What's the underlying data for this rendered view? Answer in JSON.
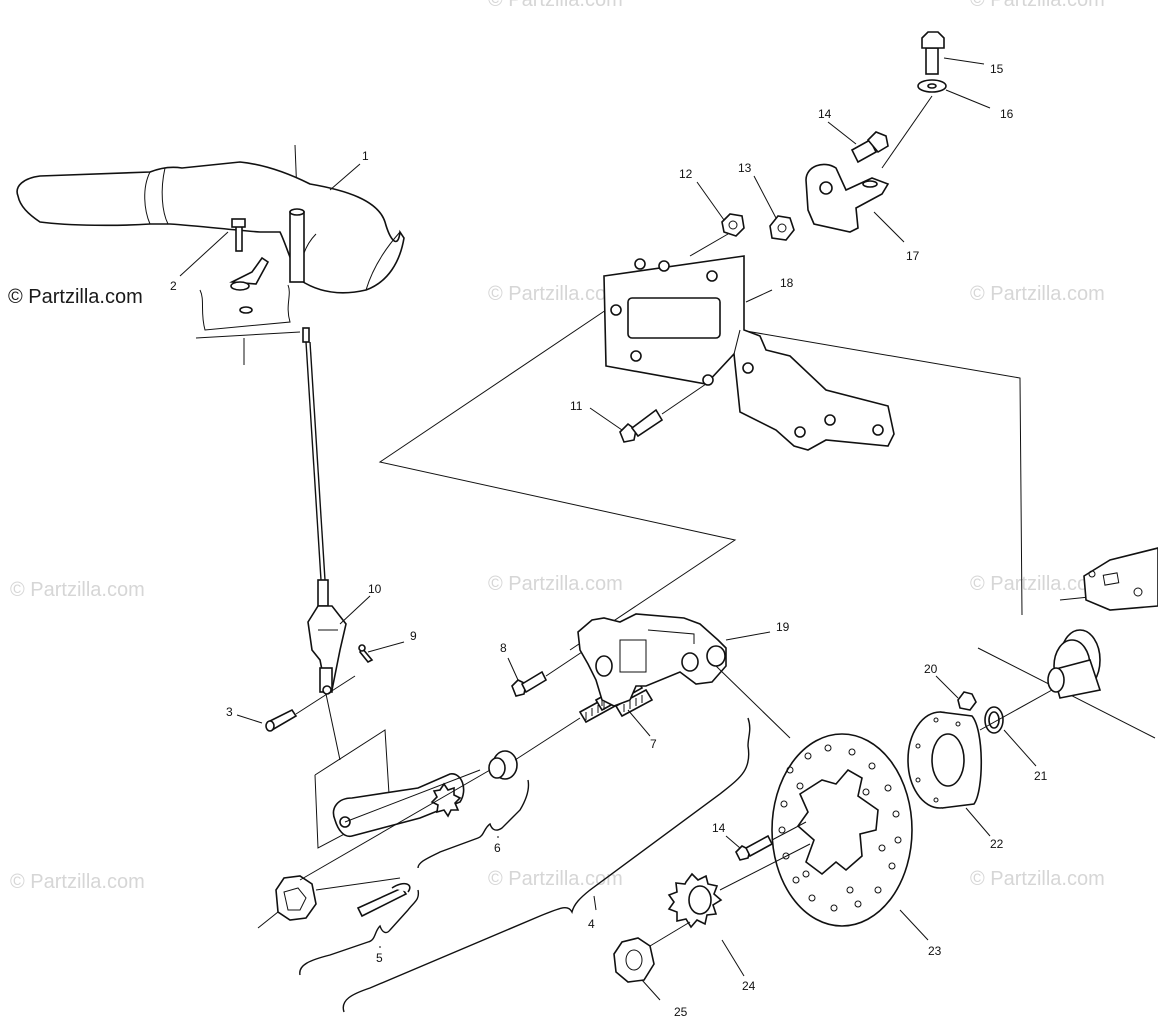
{
  "watermark": {
    "main": "© Partzilla.com",
    "faint": "© Partzilla.com"
  },
  "callouts": [
    {
      "id": "1",
      "label": "1"
    },
    {
      "id": "2",
      "label": "2"
    },
    {
      "id": "3",
      "label": "3"
    },
    {
      "id": "4",
      "label": "4"
    },
    {
      "id": "5",
      "label": "5"
    },
    {
      "id": "6",
      "label": "6"
    },
    {
      "id": "7",
      "label": "7"
    },
    {
      "id": "8",
      "label": "8"
    },
    {
      "id": "9",
      "label": "9"
    },
    {
      "id": "10",
      "label": "10"
    },
    {
      "id": "11",
      "label": "11"
    },
    {
      "id": "12",
      "label": "12"
    },
    {
      "id": "13",
      "label": "13"
    },
    {
      "id": "14a",
      "label": "14"
    },
    {
      "id": "14b",
      "label": "14"
    },
    {
      "id": "15",
      "label": "15"
    },
    {
      "id": "16",
      "label": "16"
    },
    {
      "id": "17",
      "label": "17"
    },
    {
      "id": "18",
      "label": "18"
    },
    {
      "id": "19",
      "label": "19"
    },
    {
      "id": "20",
      "label": "20"
    },
    {
      "id": "21",
      "label": "21"
    },
    {
      "id": "22",
      "label": "22"
    },
    {
      "id": "23",
      "label": "23"
    },
    {
      "id": "24",
      "label": "24"
    },
    {
      "id": "25",
      "label": "25"
    }
  ]
}
